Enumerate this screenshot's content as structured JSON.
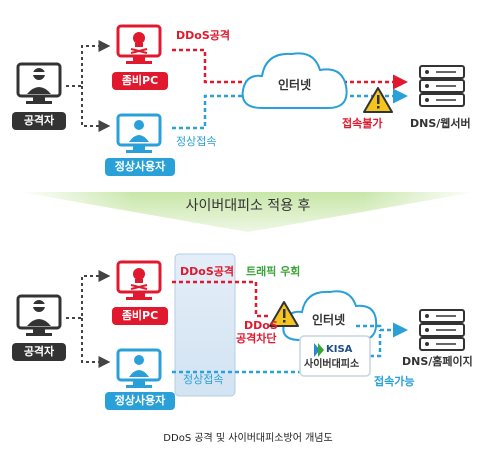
{
  "top": {
    "attacker_label": "공격자",
    "zombie_label": "좀비PC",
    "user_label": "정상사용자",
    "ddos_label": "DDoS공격",
    "normal_access_label": "정상접속",
    "internet_label": "인터넷",
    "blocked_label": "접속불가",
    "server_label": "DNS/웹서버"
  },
  "banner": {
    "text": "사이버대피소 적용 후"
  },
  "bottom": {
    "attacker_label": "공격자",
    "zombie_label": "좀비PC",
    "user_label": "정상사용자",
    "ddos_label": "DDoS공격",
    "traffic_bypass_label": "트래픽 우회",
    "ddos_block_line1": "DDoS",
    "ddos_block_line2": "공격차단",
    "normal_access_label": "정상접속",
    "internet_label": "인터넷",
    "kisa_logo": "KISA",
    "shelter_label": "사이버대피소",
    "access_ok_label": "접속가능",
    "server_label": "DNS/홈페이지"
  },
  "caption": "DDoS 공격 및 사이버대피소방어 개념도",
  "colors": {
    "red": "#e0192e",
    "blue": "#2aa0d8",
    "dark": "#333333",
    "green": "#3aa636"
  }
}
